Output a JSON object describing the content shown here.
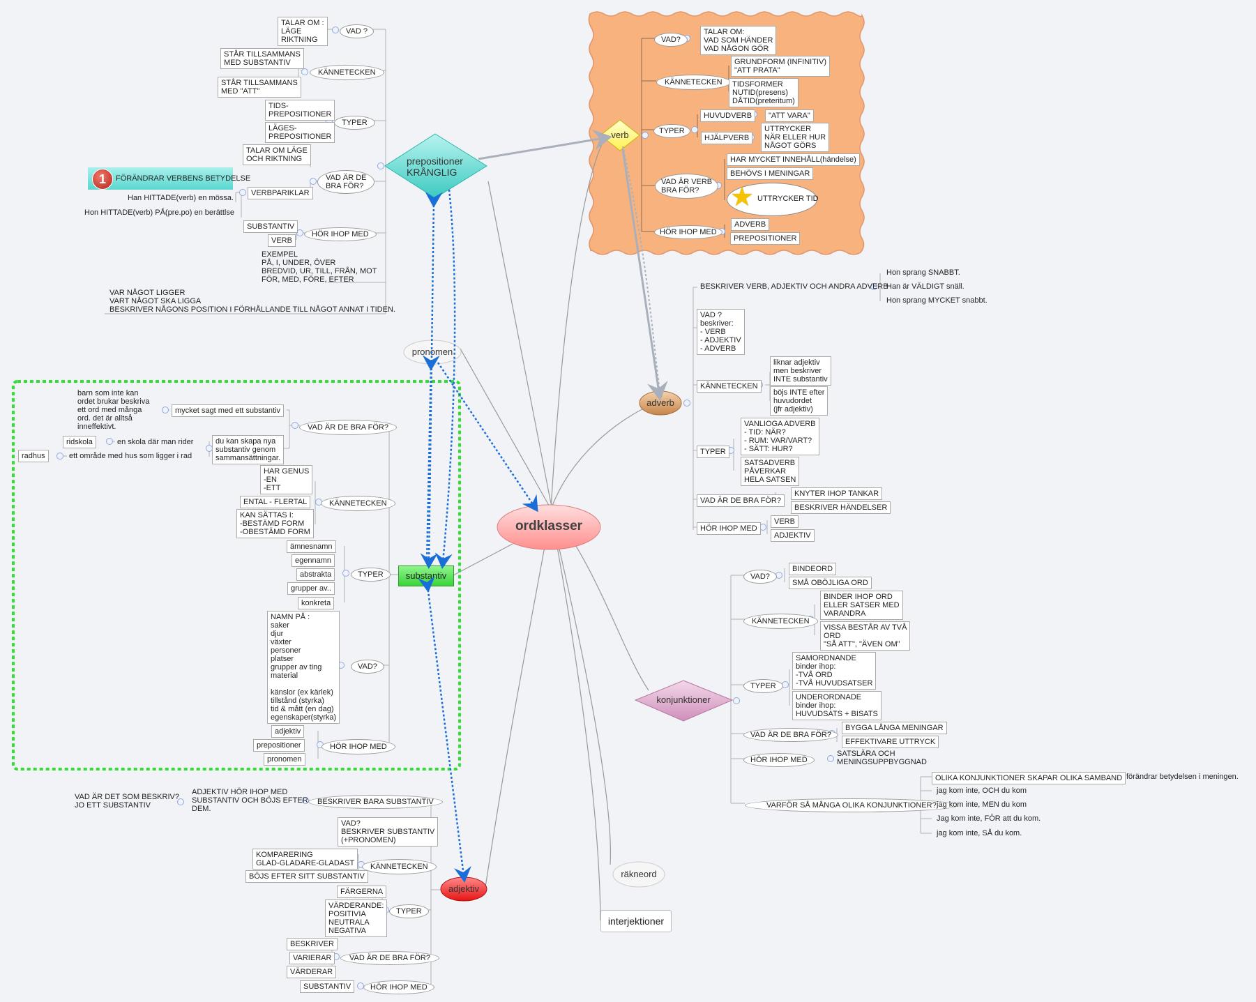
{
  "map": {
    "central": "ordklasser",
    "prepositioner_title": "prepositioner\nKRÅNGLIG",
    "prep": {
      "vad": "VAD ?",
      "vad_note": "TALAR OM :\nLÄGE\nRIKTNING",
      "kannetecken": "KÄNNETECKEN",
      "kann_1": "STÅR TILLSAMMANS\nMED SUBSTANTIV",
      "kann_2": "STÅR TILLSAMMANS\nMED \"ATT\"",
      "typer": "TYPER",
      "typ_1": "TIDS-\nPREPOSITIONER",
      "typ_2": "LÄGES-\nPREPOSITIONER",
      "bra_for": "VAD ÄR DE\nBRA FÖR?",
      "bra_1": "TALAR OM LÄGE\nOCH RIKTNING",
      "verbpartiklar": "VERBPARIKLAR",
      "flag_number": "1",
      "flag_text": "FÖRÄNDRAR VERBENS BETYDELSE",
      "ex_1": "Han HITTADE(verb) en mössa.",
      "ex_2": "Hon HITTADE(verb) PÅ(pre.po) en berättlse",
      "hor_ihop": "HÖR IHOP MED",
      "hor_1": "SUBSTANTIV",
      "hor_2": "VERB",
      "exempel": "EXEMPEL\nPÅ, I, UNDER, ÖVER\nBREDVID, UR, TILL, FRÅN, MOT\nFÖR, MED, FÖRE, EFTER",
      "note": "VAR NÅGOT LIGGER\nVART NÅGOT SKA LIGGA\nBESKRIVER NÅGONS POSITION I FÖRHÅLLANDE TILL NÅGOT ANNAT I TIDEN."
    },
    "verb_title": "verb",
    "verb": {
      "vad": "VAD?",
      "vad_note": "TALAR OM:\nVAD SOM HÄNDER\nVAD NÅGON GÖR",
      "kannetecken": "KÄNNETECKEN",
      "kann_1": "GRUNDFORM (INFINITIV)\n\"ATT PRATA\"",
      "kann_2": "TIDSFORMER\nNUTID(presens)\nDÅTID(preteritum)",
      "typer": "TYPER",
      "huvudverb": "HUVUDVERB",
      "att_vara": "\"ATT VARA\"",
      "hjalpverb": "HJÄLPVERB",
      "hjalp_note": "UTTRYCKER\nNÄR ELLER HUR\nNÅGOT GÖRS",
      "bra_for": "VAD ÄR VERB\nBRA FÖR?",
      "bra_1": "HAR MYCKET INNEHÅLL(händelse)",
      "bra_2": "BEHÖVS I MENINGAR",
      "bra_3": "UTTRYCKER TID",
      "hor_ihop": "HÖR IHOP MED",
      "hor_1": "ADVERB",
      "hor_2": "PREPOSITIONER"
    },
    "adverb_title": "adverb",
    "adverb": {
      "beskriver": "BESKRIVER VERB, ADJEKTIV OCH ANDRA ADVERB",
      "ex_1": "Hon sprang SNABBT.",
      "ex_2": "Han är VÄLDIGT snäll.",
      "ex_3": "Hon sprang MYCKET snabbt.",
      "vad": "VAD ?\nbeskriver:\n- VERB\n- ADJEKTIV\n- ADVERB",
      "kannetecken": "KÄNNETECKEN",
      "kann_1": "liknar adjektiv\nmen beskriver\nINTE substantiv",
      "kann_2": "böjs INTE efter\nhuvudordet\n(jfr adjektiv)",
      "typer": "TYPER",
      "typ_1": "VANLIOGA ADVERB\n- TID: NÄR?\n- RUM: VAR/VART?\n- SÄTT: HUR?",
      "typ_2": "SATSADVERB\nPÅVERKAR\nHELA SATSEN",
      "bra_for": "VAD ÄR DE BRA FÖR?",
      "bra_1": "KNYTER IHOP TANKAR",
      "bra_2": "BESKRIVER HÄNDELSER",
      "hor_ihop": "HÖR IHOP MED",
      "hor_1": "VERB",
      "hor_2": "ADJEKTIV"
    },
    "konjunktioner_title": "konjunktioner",
    "konj": {
      "vad": "VAD?",
      "vad_1": "BINDEORD",
      "vad_2": "SMÅ OBÖJLIGA ORD",
      "kannetecken": "KÄNNETECKEN",
      "kann_1": "BINDER IHOP ORD\nELLER SATSER MED\nVARANDRA",
      "kann_2": "VISSA BESTÅR AV TVÅ\nORD\n\"SÅ ATT\", \"ÄVEN OM\"",
      "typer": "TYPER",
      "typ_1": "SAMORDNANDE\nbinder ihop:\n-TVÅ ORD\n-TVÅ HUVUDSATSER",
      "typ_2": "UNDERORDNADE\nbinder ihop:\nHUVUDSATS + BISATS",
      "bra_for": "VAD ÄR DE BRA FÖR?",
      "bra_1": "BYGGA LÅNGA MENINGAR",
      "bra_2": "EFFEKTIVARE UTTRYCK",
      "hor_ihop": "HÖR IHOP MED",
      "hor_note": "SATSLÄRA OCH\nMENINGSUPPBYGGNAD",
      "varfor": "VARFÖR SÅ MÅNGA OLIKA KONJUNKTIONER?",
      "varfor_1": "OLIKA KONJUNKTIONER SKAPAR OLIKA SAMBAND",
      "varfor_1_note": "förändrar betydelsen i meningen.",
      "ex_1": "jag kom inte, OCH du kom",
      "ex_2": "jag kom inte, MEN du kom",
      "ex_3": "Jag kom inte, FÖR att du kom.",
      "ex_4": "jag kom inte, SÅ du kom."
    },
    "pronomen_title": "pronomen",
    "rakneord_title": "räkneord",
    "interjektioner_title": "interjektioner",
    "substantiv_title": "substantiv",
    "subst": {
      "bra_for": "VAD ÄR DE BRA FÖR?",
      "mycket_sagt": "mycket sagt med ett substantiv",
      "barn_note": "barn som inte kan\nordet brukar beskriva\nett ord med många\nord. det är alltså\ninneffektivt.",
      "skapa_nya": "du kan skapa nya\nsubstantiv genom\nsammansättningar.",
      "skola_note": "en skola där man rider",
      "ridskola": "ridskola",
      "hus_note": "ett område med hus som ligger i rad",
      "radhus": "radhus",
      "kannetecken": "KÄNNETECKEN",
      "kann_1": "HAR GENUS\n-EN\n-ETT",
      "kann_2": "ENTAL - FLERTAL",
      "kann_3": "KAN SÄTTAS I:\n-BESTÄMD FORM\n-OBESTÄMD FORM",
      "typer": "TYPER",
      "typ_1": "ämnesnamn",
      "typ_2": "egennamn",
      "typ_3": "abstrakta",
      "typ_4": "grupper av..",
      "typ_5": "konkreta",
      "vad": "VAD?",
      "vad_note": "NAMN PÅ :\nsaker\ndjur\nväxter\npersoner\nplatser\ngrupper av ting\nmaterial\n\nkänslor (ex kärlek)\ntillstånd (styrka)\ntid & mått (en dag)\negenskaper(styrka)",
      "hor_ihop": "HÖR IHOP MED",
      "hor_1": "adjektiv",
      "hor_2": "prepositioner",
      "hor_3": "pronomen"
    },
    "adjektiv_title": "adjektiv",
    "adj": {
      "beskriver": "BESKRIVER BARA SUBSTANTIV",
      "hor_note": "ADJEKTIV HÖR IHOP MED\nSUBSTANTIV OCH BÖJS EFTER\nDEM.",
      "fraga": "VAD ÄR DET SOM BESKRIV?\nJO ETT SUBSTANTIV",
      "vad": "VAD?\nBESKRIVER SUBSTANTIV\n(+PRONOMEN)",
      "kannetecken": "KÄNNETECKEN",
      "kann_1": "KOMPARERING\nGLAD-GLADARE-GLADAST",
      "kann_2": "BÖJS EFTER SITT SUBSTANTIV",
      "typer": "TYPER",
      "typ_1": "FÄRGERNA",
      "typ_2": "VÄRDERANDE:\nPOSITIVIA\nNEUTRALA\nNEGATIVA",
      "bra_for": "VAD ÄR DE BRA FÖR?",
      "bra_1": "BESKRIVER",
      "bra_2": "VARIERAR",
      "bra_3": "VÄRDERAR",
      "hor_ihop": "HÖR IHOP MED",
      "hor_1": "SUBSTANTIV"
    }
  },
  "colors": {
    "background": "#f1f3f7",
    "central": "#ff9a9a",
    "prepositioner": "#56d7cf",
    "verb_zone": "#f8b27e",
    "verb": "#ffff80",
    "adverb": "#cf8d51",
    "konjunktioner": "#d79ac2",
    "substantiv": "#3ad33a",
    "adjektiv": "#ee2222",
    "link": "#1a6ed8",
    "focus_border": "#33dd33"
  }
}
